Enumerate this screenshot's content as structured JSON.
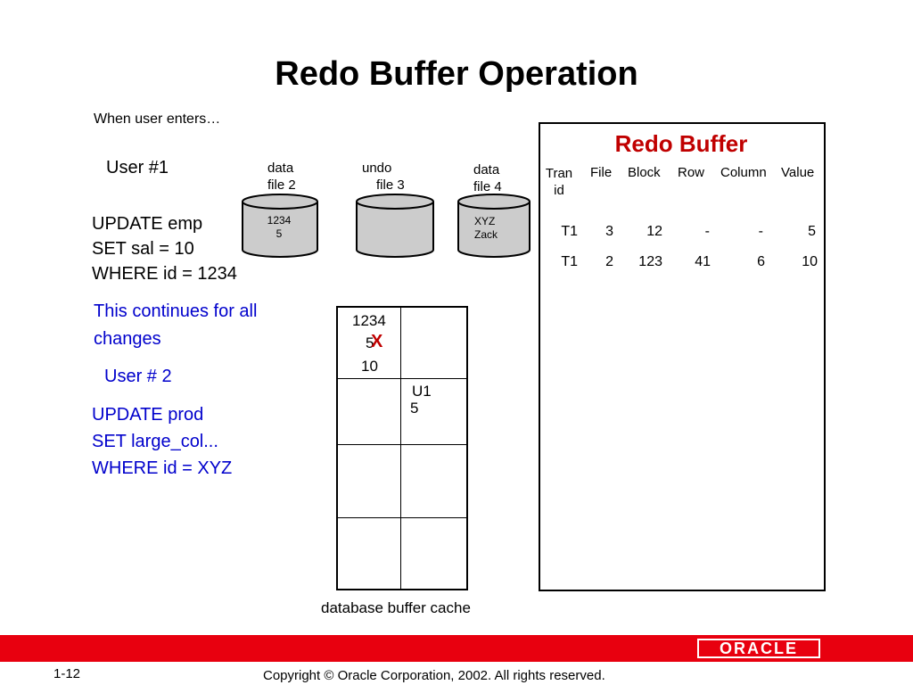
{
  "title": "Redo Buffer Operation",
  "intro": "When user enters…",
  "user1": {
    "label": "User #1",
    "sql_line1": "UPDATE emp",
    "sql_line2": "SET sal = 10",
    "sql_line3": "WHERE id = 1234"
  },
  "continues": {
    "line1": "This continues for all",
    "line2": "changes"
  },
  "user2": {
    "label": "User # 2",
    "sql_line1": "UPDATE prod",
    "sql_line2": "SET large_col...",
    "sql_line3": "WHERE id = XYZ"
  },
  "cylinders": [
    {
      "label1": "data",
      "label2": "file 2",
      "text1": "1234",
      "text2": "5"
    },
    {
      "label1": "undo",
      "label2": "file 3",
      "text1": "",
      "text2": ""
    },
    {
      "label1": "data",
      "label2": "file 4",
      "text1": "XYZ",
      "text2": "Zack"
    }
  ],
  "buffer_cache": {
    "caption": "database buffer cache",
    "cell1_top": "1234",
    "cell1_old": "5",
    "cell1_mark": "X",
    "cell1_new": "10",
    "cell2_top": "U1",
    "cell2_val": "5"
  },
  "redo_buffer": {
    "title": "Redo Buffer",
    "headers": [
      "Tran\nid",
      "File",
      "Block",
      "Row",
      "Column",
      "Value"
    ],
    "header_tran1": "Tran",
    "header_tran2": "id",
    "rows": [
      [
        "T1",
        "3",
        "12",
        "-",
        "-",
        "5"
      ],
      [
        "T1",
        "2",
        "123",
        "41",
        "6",
        "10"
      ]
    ]
  },
  "footer": {
    "page": "1-12",
    "copyright": "Copyright © Oracle Corporation, 2002. All rights reserved.",
    "logo": "ORACLE"
  },
  "colors": {
    "redo_title": "#c00000",
    "blue_text": "#0000cc",
    "footer_bar": "#e8000f"
  }
}
